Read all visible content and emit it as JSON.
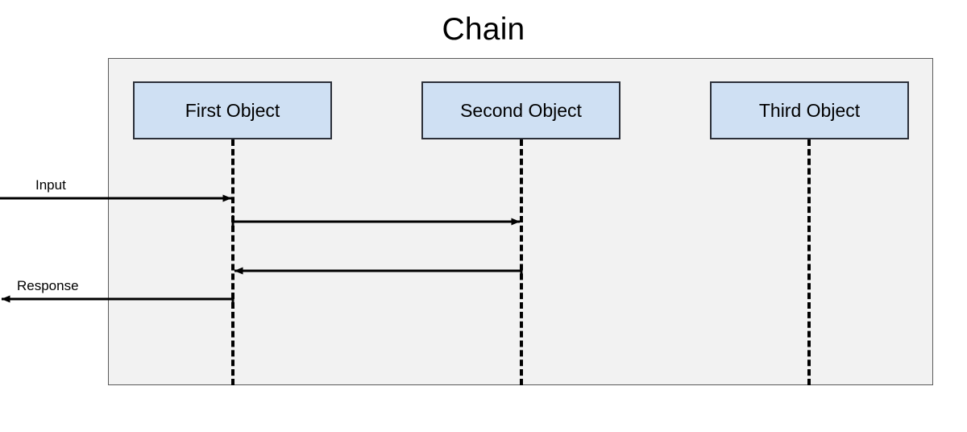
{
  "diagram": {
    "title": "Chain",
    "type": "sequence-diagram",
    "objects": [
      {
        "label": "First Object"
      },
      {
        "label": "Second Object"
      },
      {
        "label": "Third Object"
      }
    ],
    "messages": [
      {
        "label": "Input",
        "from": "external",
        "to": "First Object",
        "direction": "right"
      },
      {
        "label": "",
        "from": "First Object",
        "to": "Second Object",
        "direction": "right"
      },
      {
        "label": "",
        "from": "Second Object",
        "to": "First Object",
        "direction": "left"
      },
      {
        "label": "Response",
        "from": "First Object",
        "to": "external",
        "direction": "left"
      }
    ],
    "colors": {
      "object_fill": "#cfe0f3",
      "object_border": "#2b2f38",
      "frame_fill": "#f2f2f2",
      "frame_border": "#5a5a5a",
      "line": "#000000",
      "page_background": "#ffffff"
    }
  }
}
